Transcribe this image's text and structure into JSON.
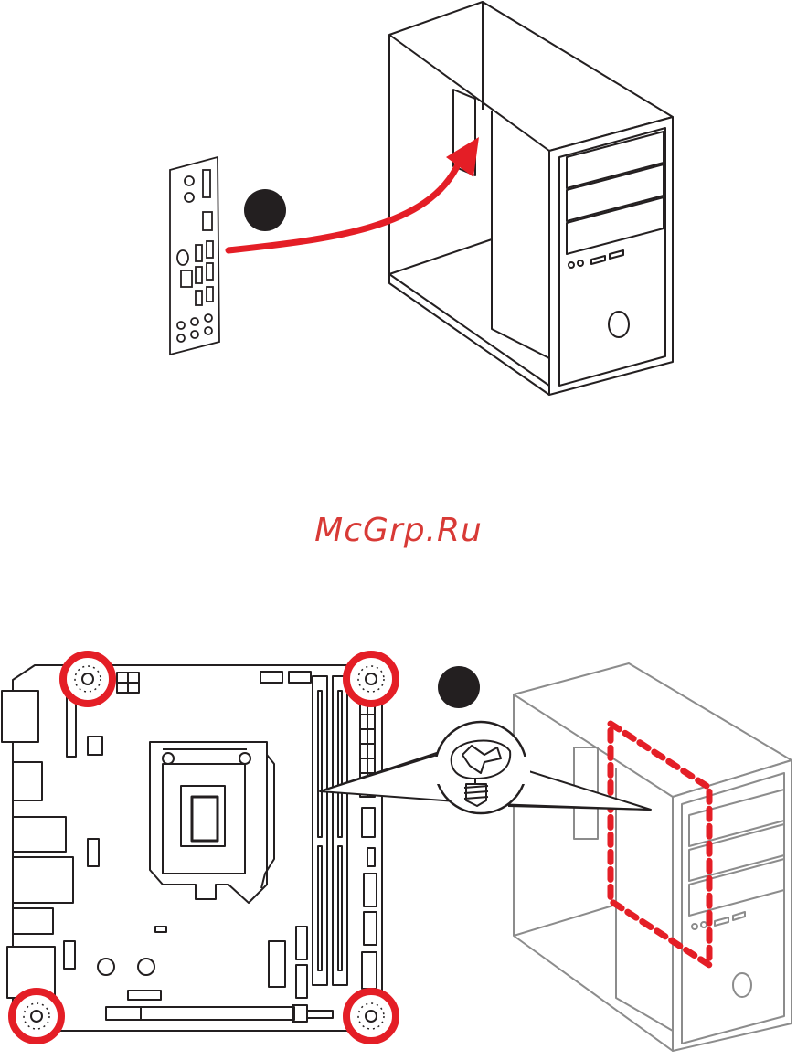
{
  "watermark": {
    "text": "McGrp.Ru"
  },
  "colors": {
    "arrow": "#e41e26",
    "highlight_ring": "#e41e26",
    "line": "#231f20",
    "case_light": "#8c8c8c",
    "step_marker": "#231f20"
  },
  "steps": [
    {
      "icon": "step-1-marker"
    },
    {
      "icon": "step-2-marker"
    }
  ]
}
